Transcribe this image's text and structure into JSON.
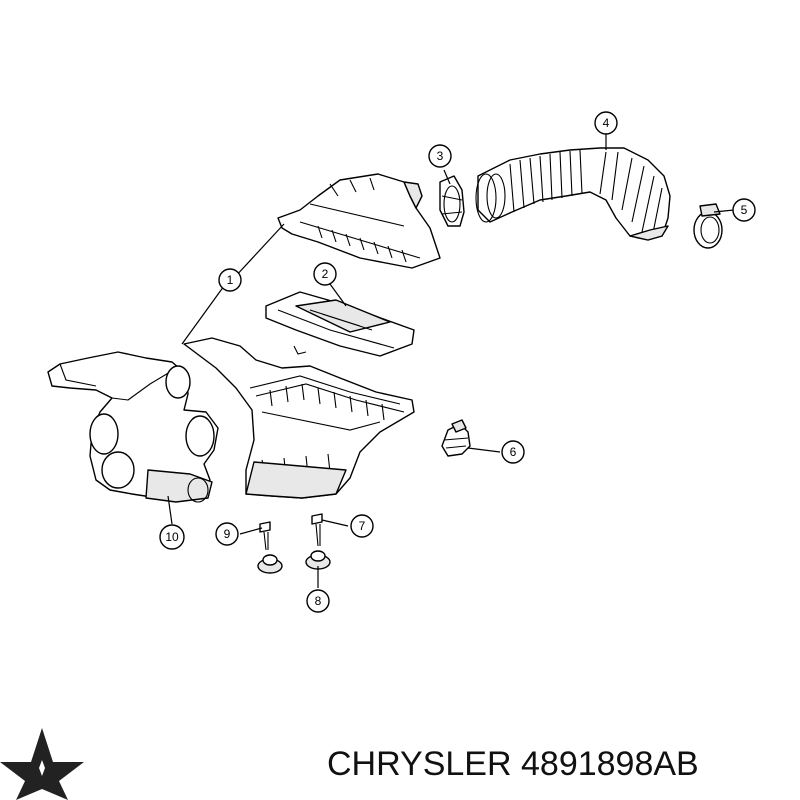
{
  "callouts": {
    "c1": "1",
    "c2": "2",
    "c3": "3",
    "c4": "4",
    "c5": "5",
    "c6": "6",
    "c7": "7",
    "c8": "8",
    "c9": "9",
    "c10": "10"
  },
  "footer": {
    "brand": "CHRYSLER",
    "part_number": "4891898AB"
  },
  "logo": {
    "icon": "chrysler-pentastar-icon",
    "color": "#222222"
  }
}
